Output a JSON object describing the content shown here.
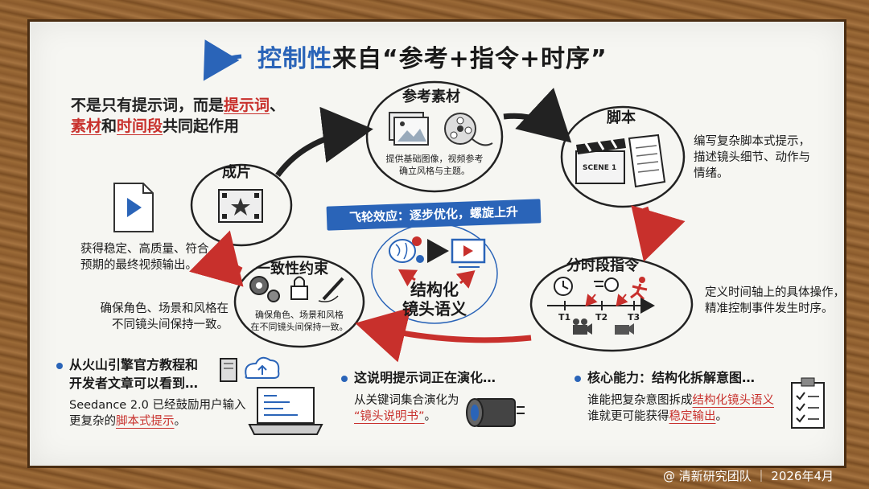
{
  "title": {
    "part_blue": "控制性",
    "part_black": "来自“参考+指令+时序”"
  },
  "intro": {
    "line1_a": "不是只有提示词，而是",
    "line1_red": "提示词",
    "line1_b": "、",
    "line2_red1": "素材",
    "line2_a": "和",
    "line2_red2": "时间段",
    "line2_b": "共同起作用"
  },
  "nodes": {
    "reference": {
      "title": "参考素材",
      "desc1": "提供基础图像，视频参考",
      "desc2": "确立风格与主题。"
    },
    "script": {
      "title": "脚本",
      "clapper_text": "SCENE 1",
      "desc1": "编写复杂脚本式提示，",
      "desc2": "描述镜头细节、动作与",
      "desc3": "情绪。"
    },
    "timing": {
      "title": "分时段指令",
      "t1": "T1",
      "t2": "T2",
      "t3": "T3",
      "desc1": "定义时间轴上的具体操作，",
      "desc2": "精准控制事件发生时序。"
    },
    "consistency": {
      "title": "一致性约束",
      "inner1": "确保角色、场景和风格",
      "inner2": "在不同镜头间保持一致。",
      "desc1": "确保角色、场景和风格在",
      "desc2": "不同镜头间保持一致。"
    },
    "output": {
      "title": "成片",
      "desc1": "获得稳定、高质量、符合",
      "desc2": "预期的最终视频输出。"
    }
  },
  "center": {
    "banner": "飞轮效应：逐步优化，螺旋上升",
    "line1": "结构化",
    "line2": "镜头语义"
  },
  "bottom": {
    "left": {
      "head1": "从火山引擎官方教程和",
      "head2": "开发者文章可以看到…",
      "body1": "Seedance 2.0 已经鼓励用户输入",
      "body2_a": "更复杂的",
      "body2_red": "脚本式提示",
      "body2_b": "。"
    },
    "middle": {
      "head": "这说明提示词正在演化…",
      "body1": "从关键词集合演化为",
      "body2_red": "“镜头说明书”",
      "body2_b": "。"
    },
    "right": {
      "head": "核心能力：结构化拆解意图…",
      "body1_a": "谁能把复杂意图拆成",
      "body1_red": "结构化镜头语义",
      "body2_a": "谁就更可能获得",
      "body2_red": "稳定输出",
      "body2_b": "。"
    }
  },
  "credit": "@ 清新研究团队 ｜ 2026年4月",
  "colors": {
    "blue": "#2a64b8",
    "red": "#c8302c",
    "board": "#f6f6f2",
    "frame": "#8a5a2c"
  },
  "icons": [
    "undo-arrow-icon",
    "image-icon",
    "film-reel-icon",
    "clapperboard-icon",
    "document-icon",
    "video-file-icon",
    "film-star-icon",
    "clock-icon",
    "running-person-icon",
    "camera-icon",
    "gears-icon",
    "lock-icon",
    "pen-icon",
    "brain-icon",
    "play-screen-icon",
    "book-icon",
    "cloud-upload-icon",
    "laptop-code-icon",
    "camera-lens-icon",
    "checklist-icon"
  ]
}
